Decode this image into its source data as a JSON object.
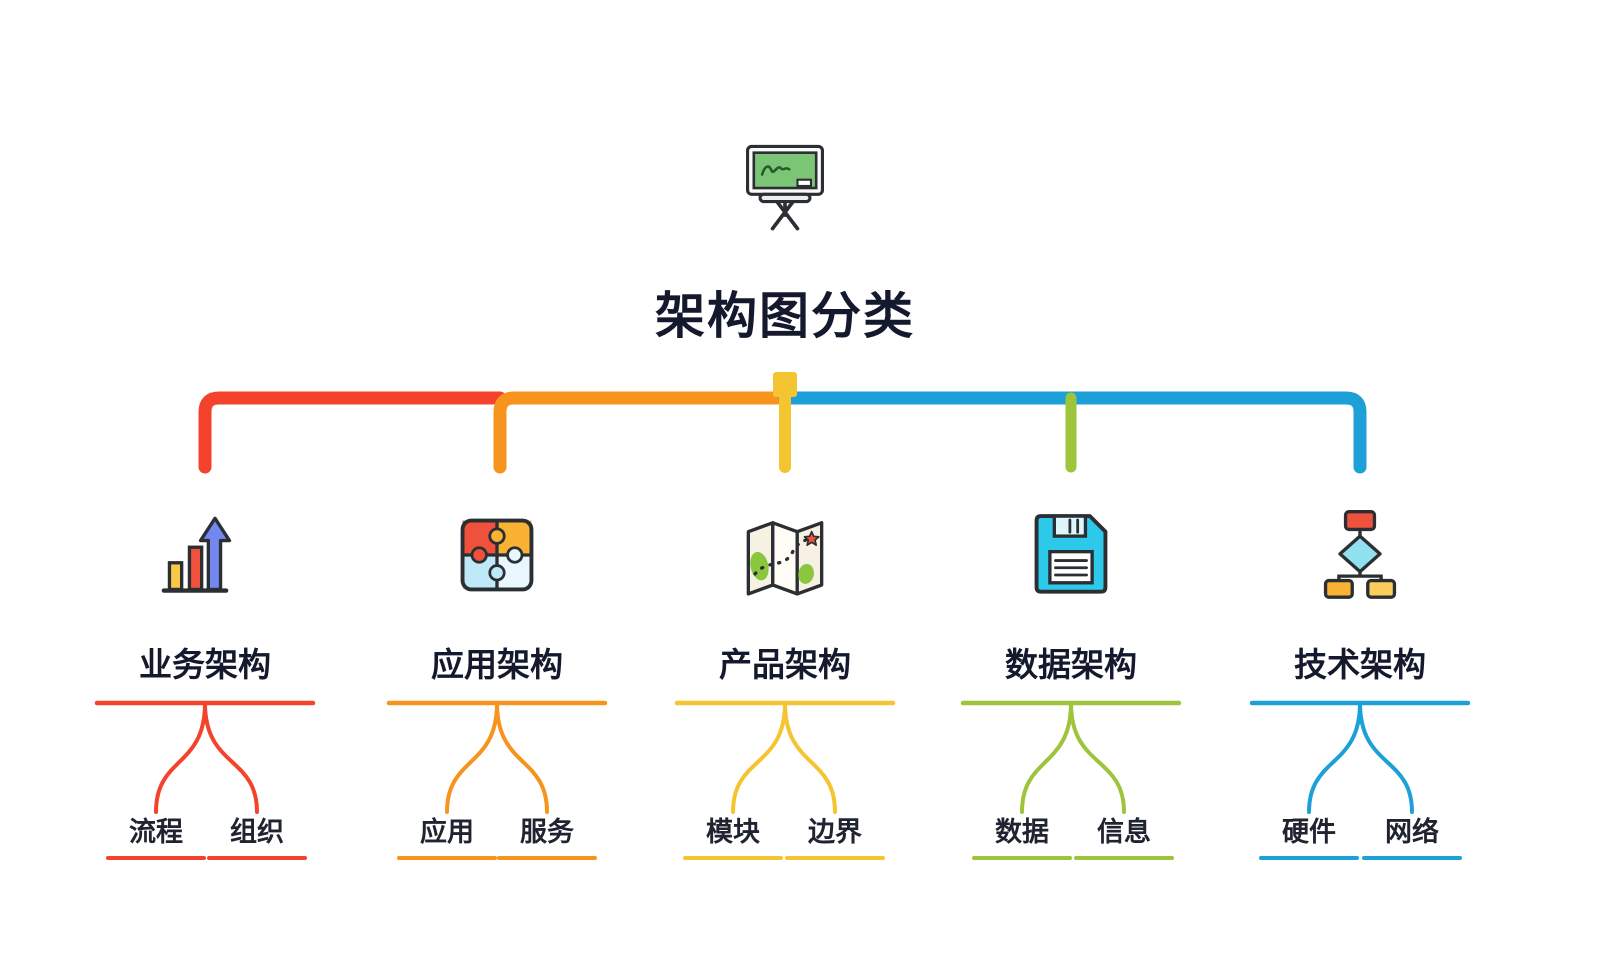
{
  "title": "架构图分类",
  "root": {
    "icon": "presentation-board-icon"
  },
  "branches": [
    {
      "label": "业务架构",
      "color": "#F4432C",
      "icon": "bar-chart-growth-icon",
      "children": [
        {
          "label": "流程"
        },
        {
          "label": "组织"
        }
      ]
    },
    {
      "label": "应用架构",
      "color": "#F7941E",
      "icon": "puzzle-pieces-icon",
      "children": [
        {
          "label": "应用"
        },
        {
          "label": "服务"
        }
      ]
    },
    {
      "label": "产品架构",
      "color": "#F5C531",
      "icon": "folded-map-icon",
      "children": [
        {
          "label": "模块"
        },
        {
          "label": "边界"
        }
      ]
    },
    {
      "label": "数据架构",
      "color": "#9DC43B",
      "icon": "floppy-disk-icon",
      "children": [
        {
          "label": "数据"
        },
        {
          "label": "信息"
        }
      ]
    },
    {
      "label": "技术架构",
      "color": "#1DA0D8",
      "icon": "flowchart-icon",
      "children": [
        {
          "label": "硬件"
        },
        {
          "label": "网络"
        }
      ]
    }
  ],
  "colors": {
    "text": "#15192D",
    "background": "#FFFFFF"
  }
}
